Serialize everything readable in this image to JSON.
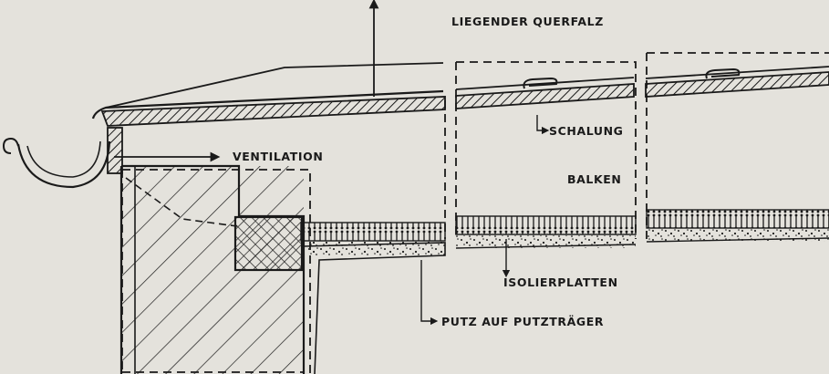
{
  "labels": {
    "liegender_querfalz": "LIEGENDER QUERFALZ",
    "schalung": "SCHALUNG",
    "balken": "BALKEN",
    "ventilation": "VENTILATION",
    "isolierplatten": "ISOLIERPLATTEN",
    "putz": "PUTZ AUF PUTZTRÄGER"
  },
  "colors": {
    "paper": "#e4e2dc",
    "ink": "#1a1a1a"
  }
}
